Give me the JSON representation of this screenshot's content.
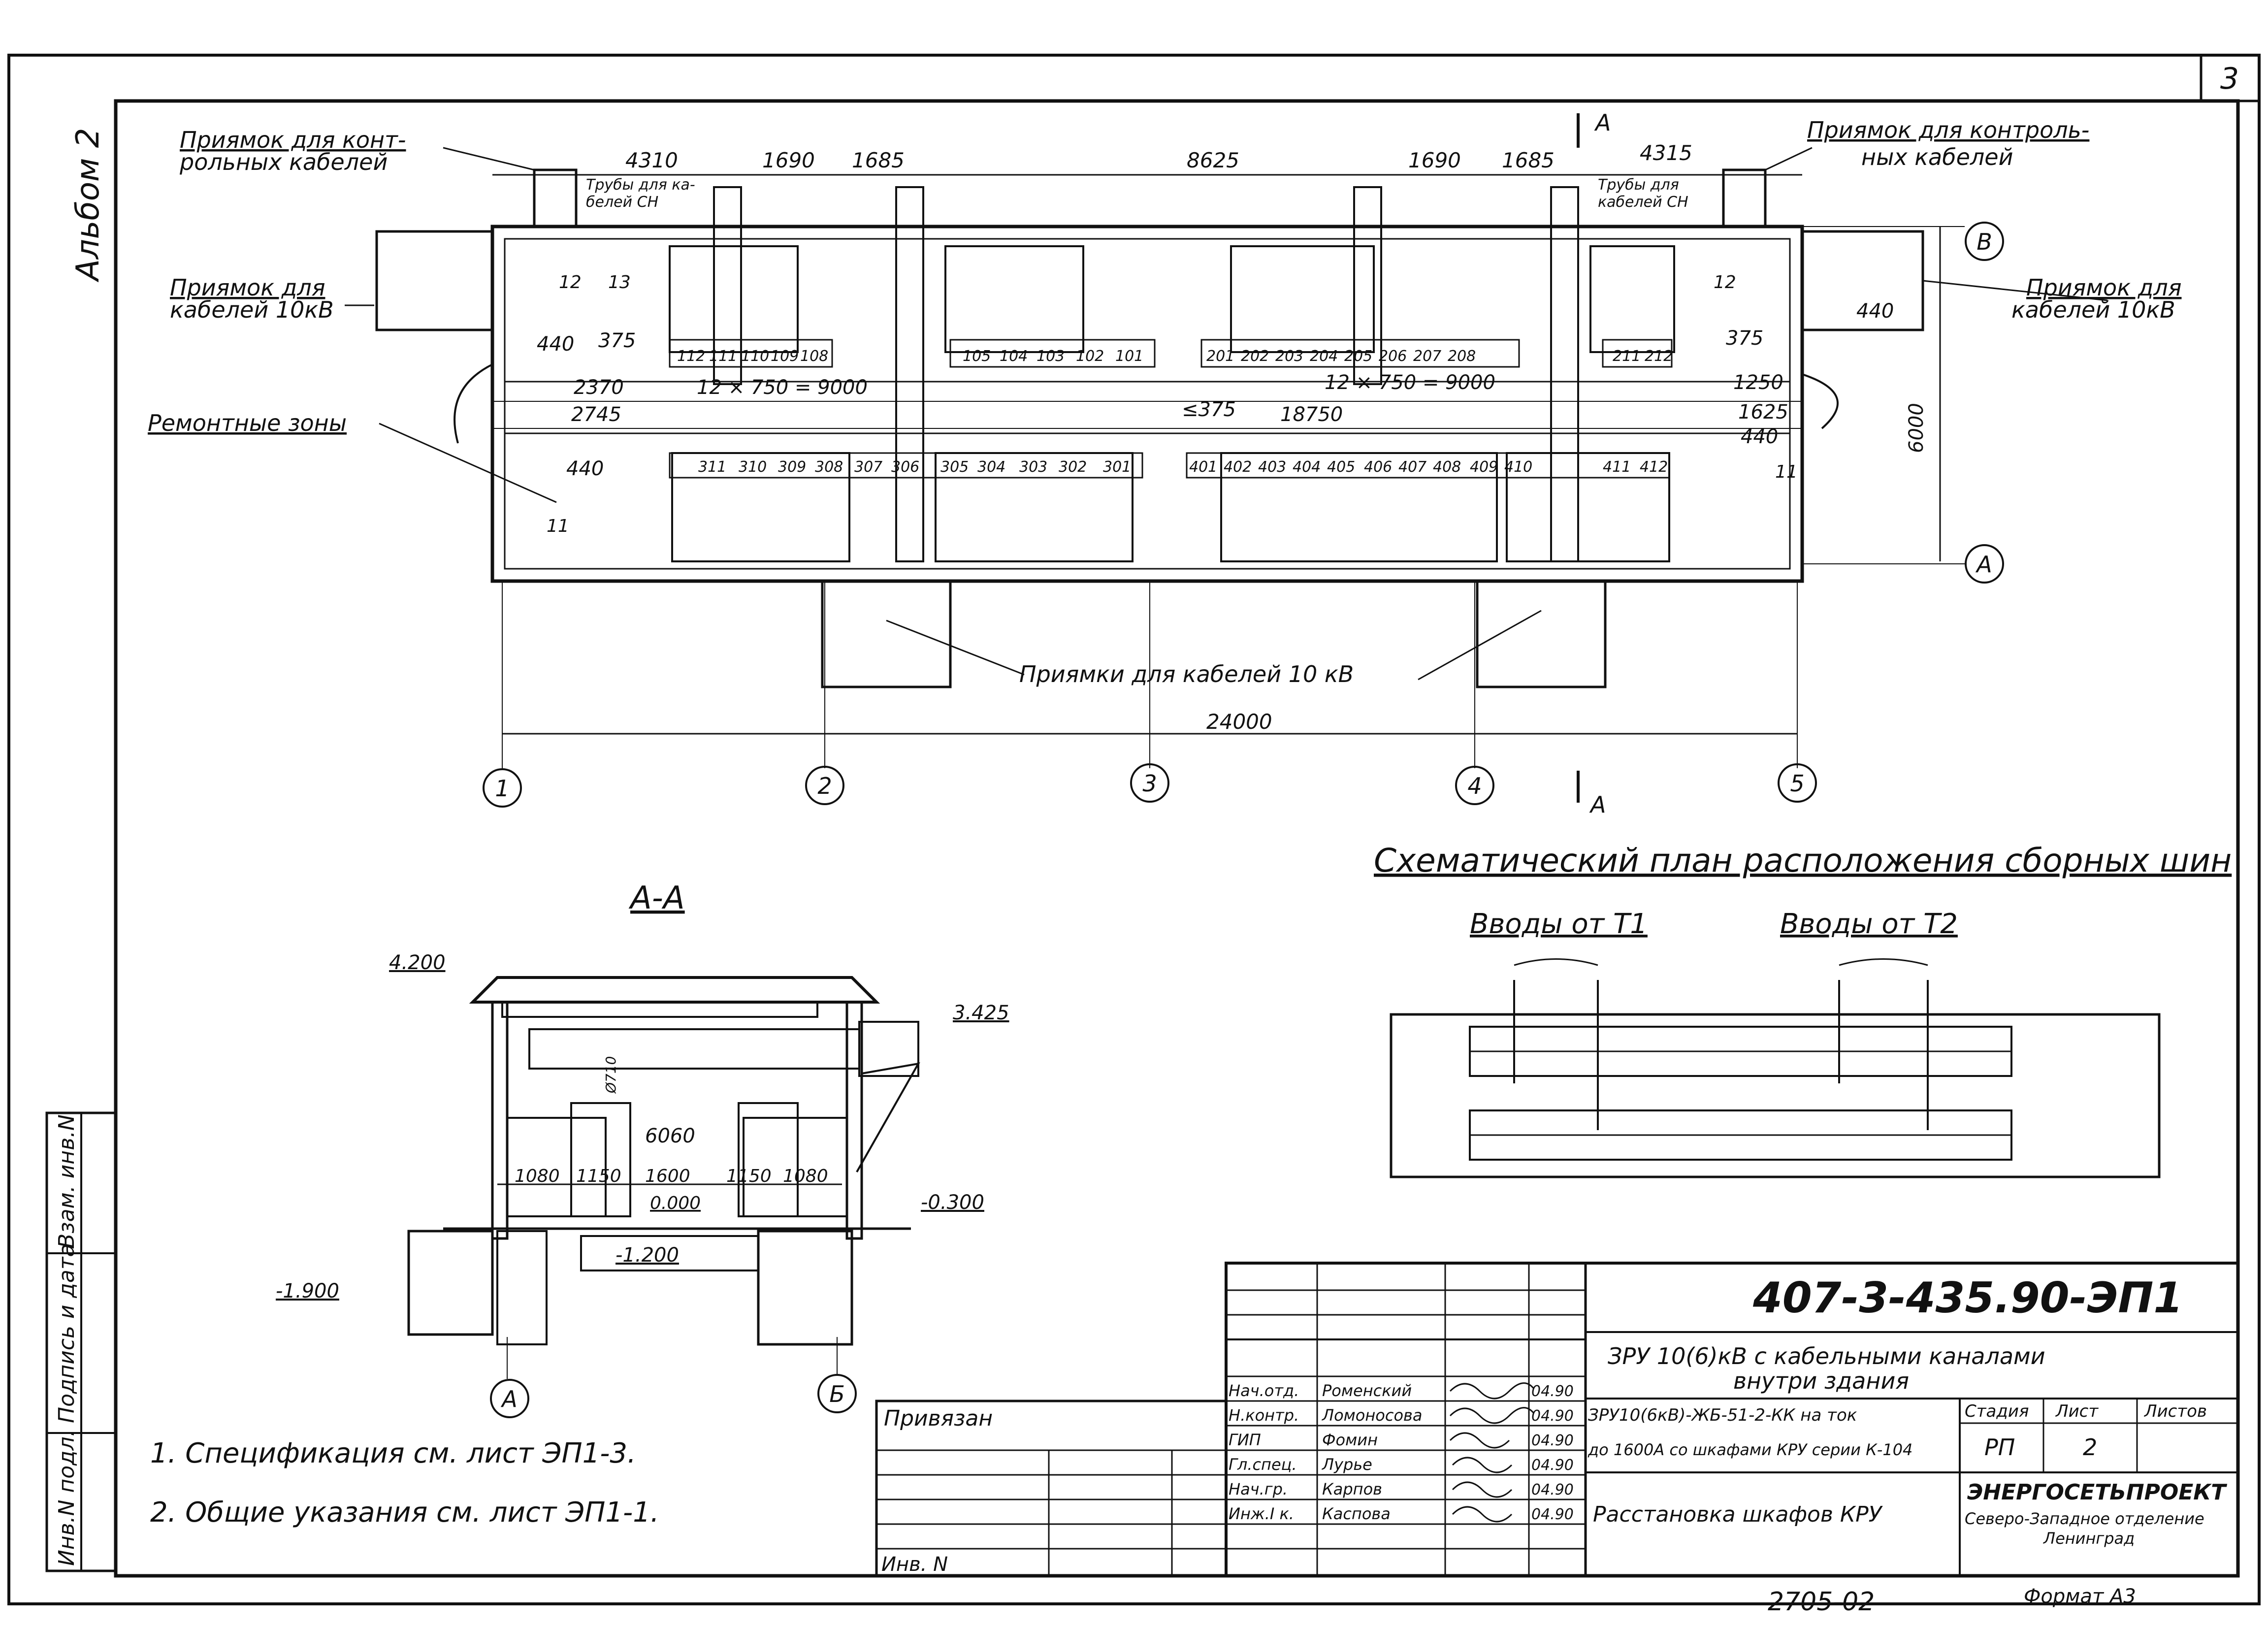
{
  "sheet": {
    "number": "3",
    "album": "Альбом 2",
    "bottom_code": "2705-02",
    "format": "Формат А3"
  },
  "plan": {
    "top_labels": {
      "pit_control_left_1": "Приямок для конт-",
      "pit_control_left_2": "рольных кабелей",
      "pit_control_right_1": "Приямок для контроль-",
      "pit_control_right_2": "ных кабелей",
      "pipes_left_1": "Трубы для ка-",
      "pipes_left_2": "белей СН",
      "pipes_right_1": "Трубы для",
      "pipes_right_2": "кабелей СН",
      "pit_10kv_left_1": "Приямок для",
      "pit_10kv_left_2": "кабелей 10кВ",
      "pit_10kv_right_1": "Приямок для",
      "pit_10kv_right_2": "кабелей 10кВ",
      "repair_zones": "Ремонтные зоны",
      "pits_bottom": "Приямки для кабелей 10 кВ"
    },
    "dims_top": [
      "4310",
      "1690",
      "1685",
      "8625",
      "1690",
      "1685",
      "4315"
    ],
    "dims_mid": {
      "d440_left": "440",
      "d375_left": "375",
      "d2370": "2370",
      "d12x750_left": "12 × 750 = 9000",
      "d12x750_right": "12 × 750 = 9000",
      "d375_right": "375",
      "d1250": "1250",
      "d2745": "2745",
      "d375_center": "≤375",
      "d18750": "18750",
      "d1625": "1625",
      "d440_mid_right": "440",
      "d440_lower_left": "440",
      "d440_upper_right": "440",
      "d6000": "6000",
      "d24000": "24000"
    },
    "section_mark": "А",
    "axes_h": [
      "1",
      "2",
      "3",
      "4",
      "5"
    ],
    "axes_v": [
      "В",
      "А"
    ],
    "cells_top_left": [
      "112",
      "111",
      "110",
      "109",
      "108"
    ],
    "cells_top_mid": [
      "105",
      "104",
      "103",
      "102",
      "101"
    ],
    "cells_top_right": [
      "201",
      "202",
      "203",
      "204",
      "205",
      "206",
      "207",
      "208"
    ],
    "cells_top_far": [
      "211",
      "212"
    ],
    "cells_bot_left": [
      "311",
      "310",
      "309",
      "308",
      "307",
      "306"
    ],
    "cells_bot_mid": [
      "305",
      "304",
      "303",
      "302",
      "301"
    ],
    "cells_bot_right": [
      "401",
      "402",
      "403",
      "404",
      "405",
      "406",
      "407",
      "408",
      "409",
      "410"
    ],
    "cells_bot_far": [
      "411",
      "412"
    ],
    "small_labels": {
      "n12a": "12",
      "n13": "13",
      "n12b": "12",
      "n11a": "11",
      "n11b": "11"
    }
  },
  "section": {
    "title": "А-А",
    "elev_top": "4.200",
    "elev_right": "3.425",
    "elev_zero": "0.000",
    "elev_m030": "-0.300",
    "elev_m120": "-1.200",
    "elev_m190": "-1.900",
    "d710": "Ø710",
    "d6060": "6060",
    "dims": [
      "1080",
      "1150",
      "1600",
      "1150",
      "1080"
    ],
    "axes": [
      "А",
      "Б"
    ]
  },
  "schematic": {
    "title": "Схематический план расположения сборных шин",
    "inputs_t1": "Вводы от Т1",
    "inputs_t2": "Вводы от Т2"
  },
  "notes": [
    "1. Спецификация см. лист ЭП1-3.",
    "2. Общие указания см. лист ЭП1-1."
  ],
  "side_stamp": [
    "Инв.N подл.",
    "Подпись и дата",
    "Взам. инв.N"
  ],
  "title_block": {
    "code": "407-3-435.90-ЭП1",
    "title_line1": "ЗРУ 10(6)кВ с кабельными каналами",
    "title_line2": "внутри здания",
    "desc_line1": "ЗРУ10(6кВ)-ЖБ-51-2-КК на ток",
    "desc_line2": "до 1600А со шкафами КРУ серии К-104",
    "sheet_name": "Расстановка шкафов КРУ",
    "privyazan": "Привязан",
    "inv": "Инв. N",
    "stage_h": "Стадия",
    "sheet_h": "Лист",
    "sheets_h": "Листов",
    "stage": "РП",
    "sheet": "2",
    "org1": "ЭНЕРГОСЕТЬПРОЕКТ",
    "org2": "Северо-Западное отделение",
    "org3": "Ленинград",
    "people": [
      {
        "role": "Нач.отд.",
        "name": "Роменский",
        "date": "04.90"
      },
      {
        "role": "Н.контр.",
        "name": "Ломоносова",
        "date": "04.90"
      },
      {
        "role": "ГИП",
        "name": "Фомин",
        "date": "04.90"
      },
      {
        "role": "Гл.спец.",
        "name": "Лурье",
        "date": "04.90"
      },
      {
        "role": "Нач.гр.",
        "name": "Карпов",
        "date": "04.90"
      },
      {
        "role": "Инж.I к.",
        "name": "Каспова",
        "date": "04.90"
      }
    ]
  }
}
